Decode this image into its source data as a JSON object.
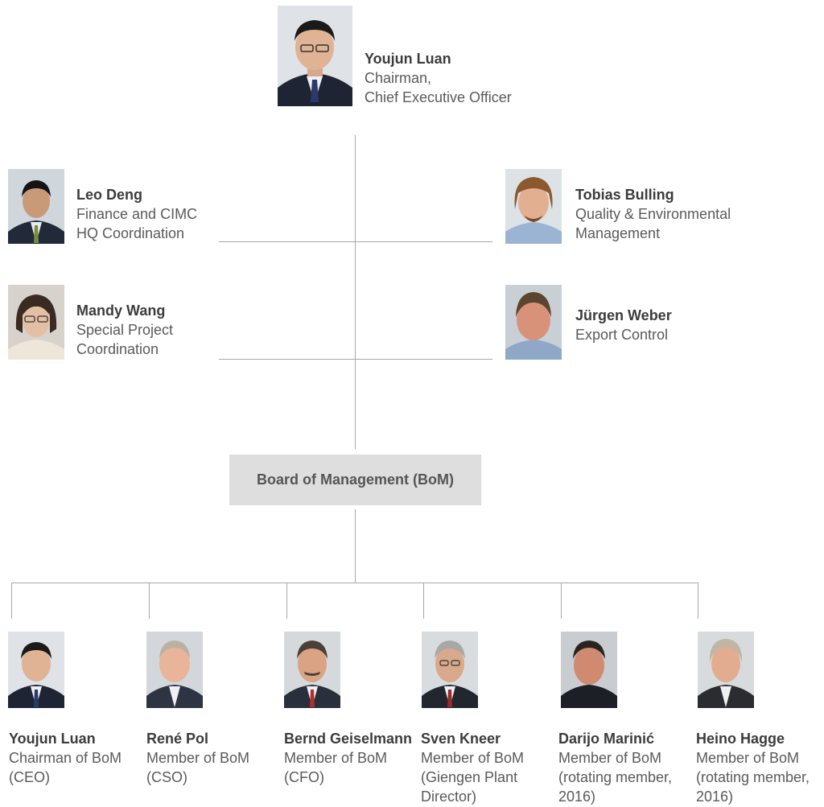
{
  "chairman": {
    "name": "Youjun Luan",
    "role_line1": "Chairman,",
    "role_line2": "Chief Executive Officer"
  },
  "staff_left": [
    {
      "name": "Leo Deng",
      "role_line1": "Finance and CIMC",
      "role_line2": "HQ Coordination"
    },
    {
      "name": "Mandy Wang",
      "role_line1": "Special Project",
      "role_line2": "Coordination"
    }
  ],
  "staff_right": [
    {
      "name": "Tobias Bulling",
      "role_line1": "Quality & Environmental",
      "role_line2": "Management"
    },
    {
      "name": "Jürgen Weber",
      "role_line1": "Export Control"
    }
  ],
  "board": {
    "label": "Board of Management (BoM)"
  },
  "members": [
    {
      "name": "Youjun Luan",
      "role_line1": "Chairman of BoM",
      "role_line2": "(CEO)"
    },
    {
      "name": "René Pol",
      "role_line1": "Member of BoM",
      "role_line2": "(CSO)"
    },
    {
      "name": "Bernd Geiselmann",
      "role_line1": "Member of BoM",
      "role_line2": "(CFO)"
    },
    {
      "name": "Sven Kneer",
      "role_line1": "Member of BoM",
      "role_line2": "(Giengen Plant",
      "role_line3": "Director)"
    },
    {
      "name": "Darijo Marinić",
      "role_line1": "Member of BoM",
      "role_line2": "(rotating member,",
      "role_line3": "2016)"
    },
    {
      "name": "Heino Hagge",
      "role_line1": "Member of BoM",
      "role_line2": "(rotating member,",
      "role_line3": "2016)"
    }
  ]
}
